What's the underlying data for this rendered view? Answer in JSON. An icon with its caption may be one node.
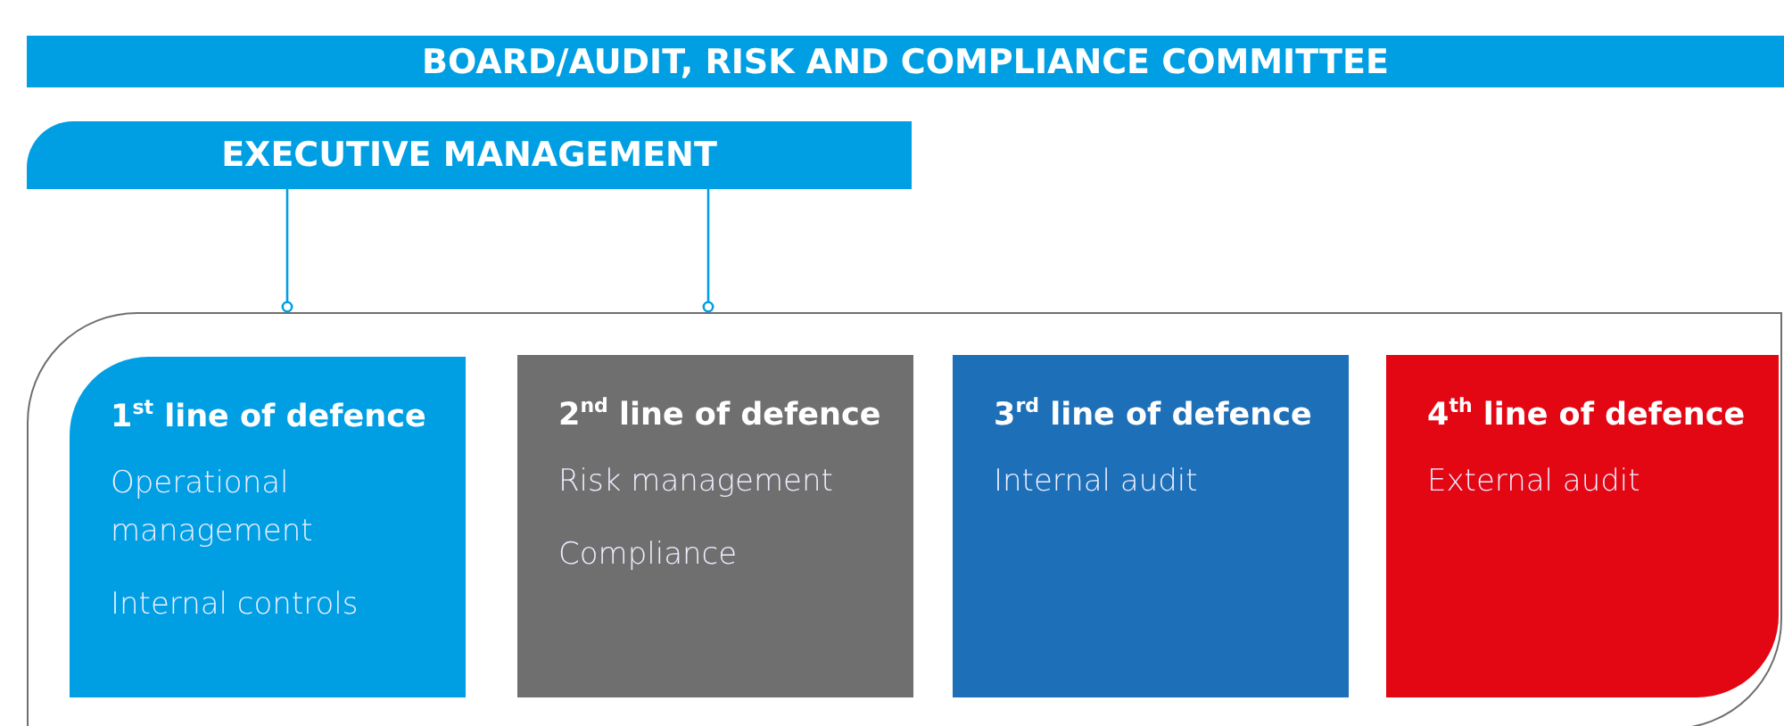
{
  "diagram": {
    "nodes": [
      {
        "text": [
          "BOARD/AUDIT, RISK AND COMPLIANCE COMMITTEE"
        ]
      },
      {
        "text": [
          "EXECUTIVE MANAGEMENT"
        ]
      },
      {
        "text": [],
        "shape": "box"
      },
      {
        "text": [
          "1$^{st}$ line of defence",
          "Operational management",
          "Internal controls"
        ],
        "in": 2
      },
      {
        "text": [
          "2$^{nd}$ line of defence",
          "Risk management",
          "Compliance"
        ],
        "in": 2
      },
      {
        "text": [
          "3$^{rd}$ line of defence",
          "Internal audit"
        ],
        "in": 2
      },
      {
        "text": [
          "4$^{th}$ line of defence",
          "External audit"
        ],
        "in": 2
      }
    ],
    "edges": [
      {
        "from": 1,
        "to": 2,
        "arrow": "other"
      },
      {
        "from": 1,
        "to": 2,
        "arrow": "other"
      }
    ]
  }
}
